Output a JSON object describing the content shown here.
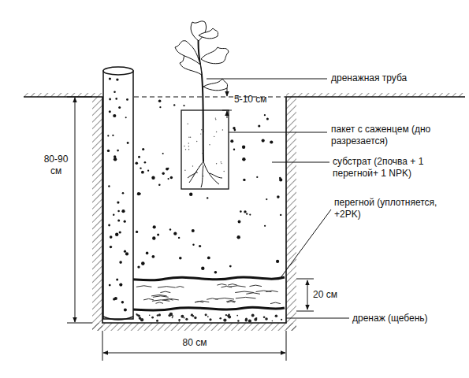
{
  "diagram": {
    "labels": [
      "дренажная труба",
      "5-10 см",
      "пакет с саженцем (дно разрезается)",
      "субстрат (2почва + 1 перегной+ 1 NPK)",
      "перегной (уплотняется, +2PK)",
      "20 см",
      "дренаж (щебень)",
      "80-90 см",
      "80 см"
    ]
  }
}
